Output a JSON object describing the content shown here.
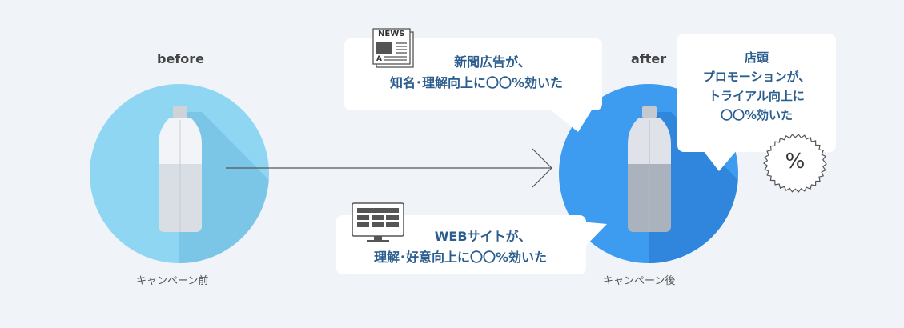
{
  "labels": {
    "before": "before",
    "after": "after",
    "before_caption": "キャンペーン前",
    "after_caption": "キャンペーン後"
  },
  "bubbles": {
    "newspaper": {
      "line1": "新聞広告が、",
      "line2": "知名･理解向上に〇〇%効いた"
    },
    "store": {
      "line1": "店頭",
      "line2": "プロモーションが、",
      "line3": "トライアル向上に",
      "line4": "〇〇%効いた"
    },
    "web": {
      "line1": "WEBサイトが、",
      "line2": "理解･好意向上に〇〇%効いた"
    }
  },
  "icons": {
    "newspaper_label": "NEWS",
    "newspaper_letter": "A",
    "percent_symbol": "%"
  },
  "colors": {
    "background": "#f0f3f8",
    "before_circle": "#8fd6f2",
    "after_circle": "#3d9bf0",
    "bubble_text": "#2b5e8e",
    "bubble_bg": "#ffffff"
  }
}
